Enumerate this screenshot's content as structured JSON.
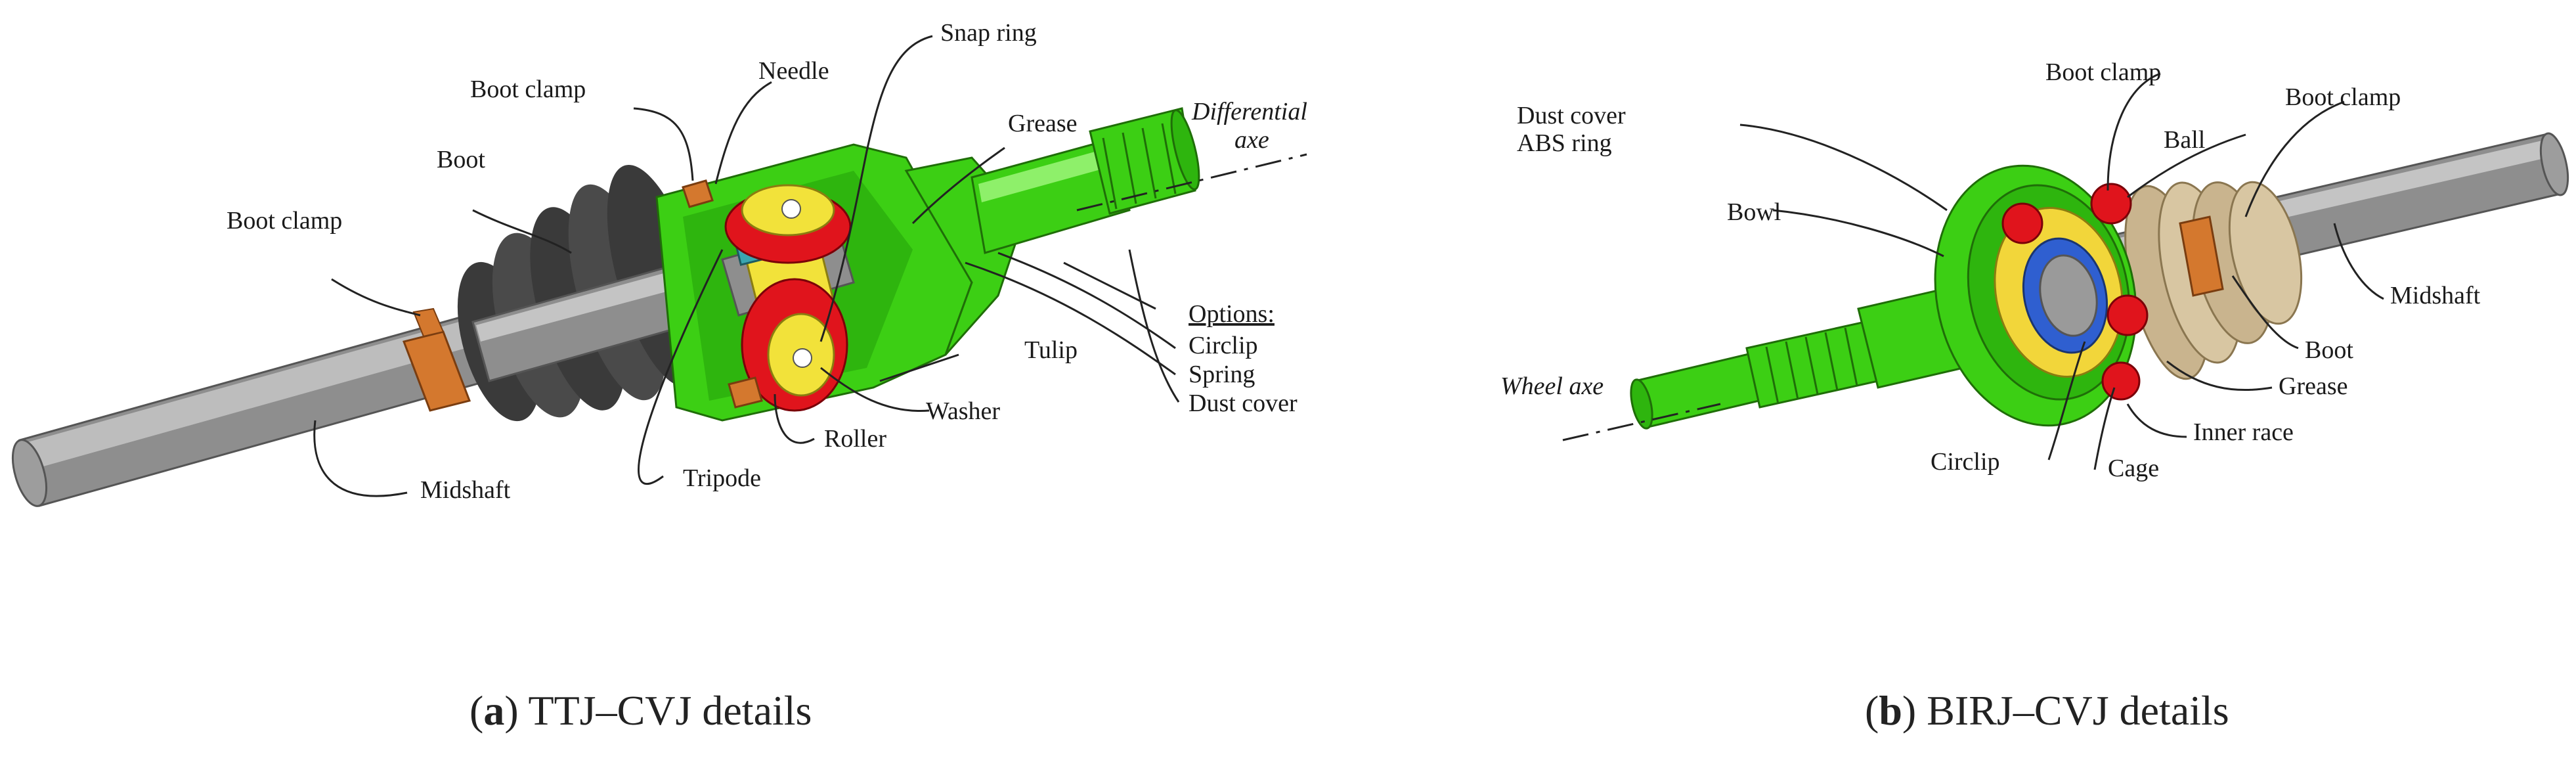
{
  "colors": {
    "shaft": "#8e8e8e",
    "shaft_light": "#bdbdbd",
    "housing": "#3ccf14",
    "housing_dark": "#1f8a0a",
    "boot_black": "#3a3a3a",
    "boot_tan": "#c9b48e",
    "clamp": "#d4782e",
    "roller": "#e0141c",
    "tripode": "#f2e23a",
    "needle": "#3aa6b0",
    "cage": "#f2d63a",
    "ball": "#e0141c",
    "inner_race": "#2f5fd0"
  },
  "panel_a": {
    "labels": {
      "needle": "Needle",
      "snap_ring": "Snap ring",
      "boot_clamp_top": "Boot clamp",
      "boot": "Boot",
      "boot_clamp_left": "Boot clamp",
      "grease": "Grease",
      "differential": "Differential",
      "axe": "axe",
      "options": "Options:",
      "circlip": "Circlip",
      "spring": "Spring",
      "dust_cover": "Dust cover",
      "tulip": "Tulip",
      "washer": "Washer",
      "roller": "Roller",
      "tripode": "Tripode",
      "midshaft": "Midshaft"
    },
    "caption_letter": "a",
    "caption_text": ") TTJ–CVJ details"
  },
  "panel_b": {
    "labels": {
      "dust_cover": "Dust cover",
      "abs_ring": "ABS ring",
      "boot_clamp_1": "Boot clamp",
      "boot_clamp_2": "Boot clamp",
      "ball": "Ball",
      "bowl": "Bowl",
      "midshaft": "Midshaft",
      "boot": "Boot",
      "grease": "Grease",
      "wheel_axe": "Wheel axe",
      "inner_race": "Inner race",
      "circlip": "Circlip",
      "cage": "Cage"
    },
    "caption_letter": "b",
    "caption_text": ") BIRJ–CVJ details"
  }
}
